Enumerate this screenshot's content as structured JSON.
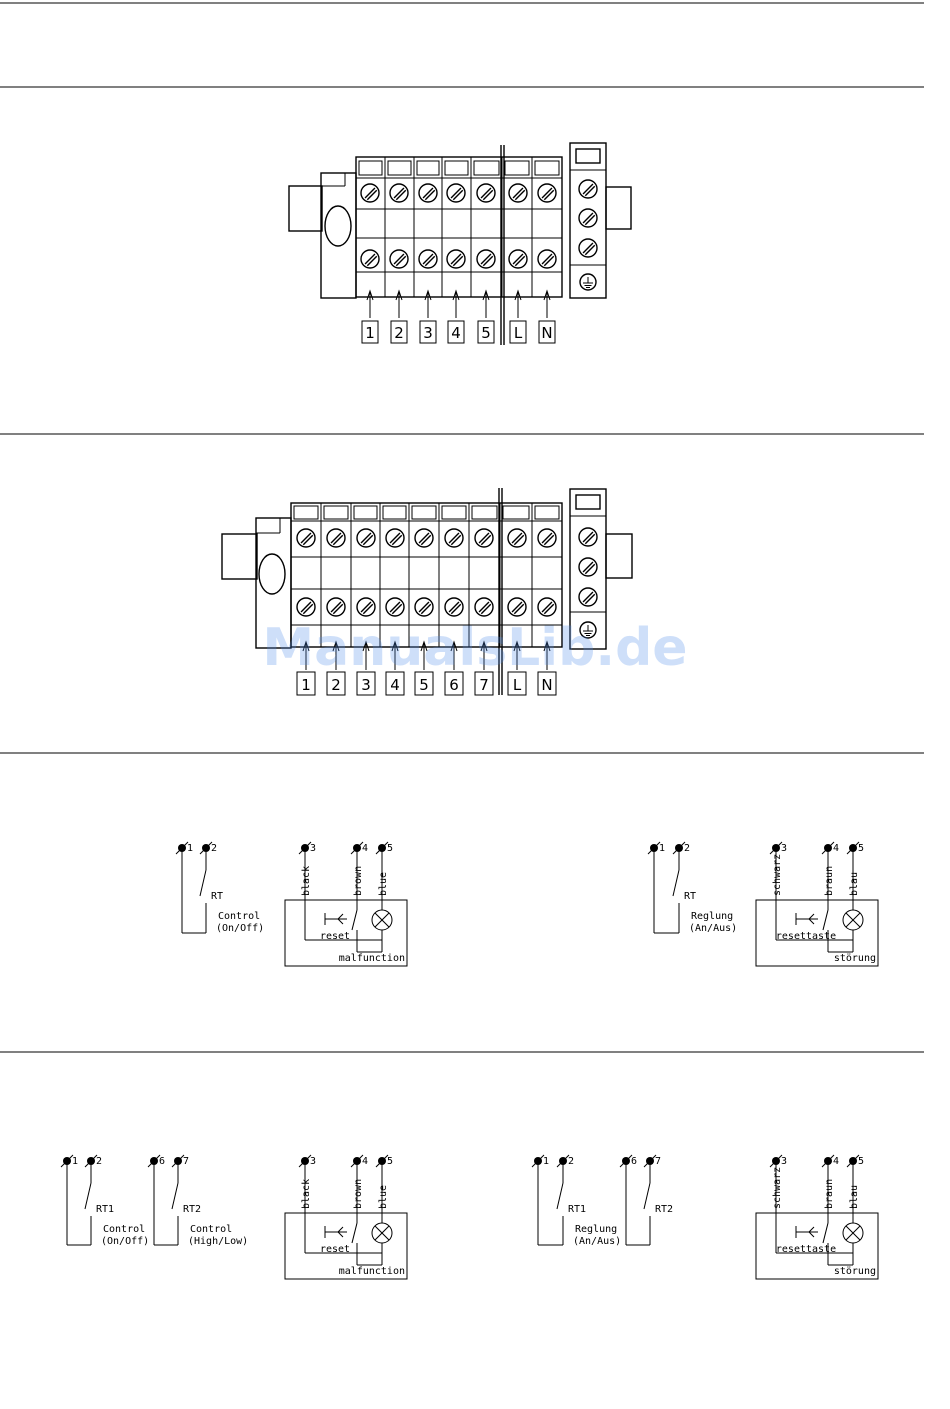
{
  "watermark": "ManualsLib.de",
  "terminal_block_small": {
    "labels": [
      "1",
      "2",
      "3",
      "4",
      "5",
      "L",
      "N"
    ]
  },
  "terminal_block_large": {
    "labels": [
      "1",
      "2",
      "3",
      "4",
      "5",
      "6",
      "7",
      "L",
      "N"
    ]
  },
  "wiring_en_single": {
    "terminals": [
      "1",
      "2",
      "3",
      "4",
      "5"
    ],
    "thermostat": "RT",
    "control_label": [
      "Control",
      "(On/Off)"
    ],
    "wires": [
      "black",
      "brown",
      "blue"
    ],
    "reset": "reset",
    "lamp_label": "malfunction"
  },
  "wiring_de_single": {
    "terminals": [
      "1",
      "2",
      "3",
      "4",
      "5"
    ],
    "thermostat": "RT",
    "control_label": [
      "Reglung",
      "(An/Aus)"
    ],
    "wires": [
      "schwarz",
      "braun",
      "blau"
    ],
    "reset": "resettaste",
    "lamp_label": "störung"
  },
  "wiring_en_double": {
    "terminals": [
      "1",
      "2",
      "6",
      "7",
      "3",
      "4",
      "5"
    ],
    "thermostat_1": "RT1",
    "thermostat_2": "RT2",
    "control_1": [
      "Control",
      "(On/Off)"
    ],
    "control_2": [
      "Control",
      "(High/Low)"
    ],
    "wires": [
      "black",
      "brown",
      "blue"
    ],
    "reset": "reset",
    "lamp_label": "malfunction"
  },
  "wiring_de_double": {
    "terminals": [
      "1",
      "2",
      "6",
      "7",
      "3",
      "4",
      "5"
    ],
    "thermostat_1": "RT1",
    "thermostat_2": "RT2",
    "control_1": [
      "Reglung",
      "(An/Aus)"
    ],
    "wires": [
      "schwarz",
      "braun",
      "blau"
    ],
    "reset": "resettaste",
    "lamp_label": "störung"
  }
}
